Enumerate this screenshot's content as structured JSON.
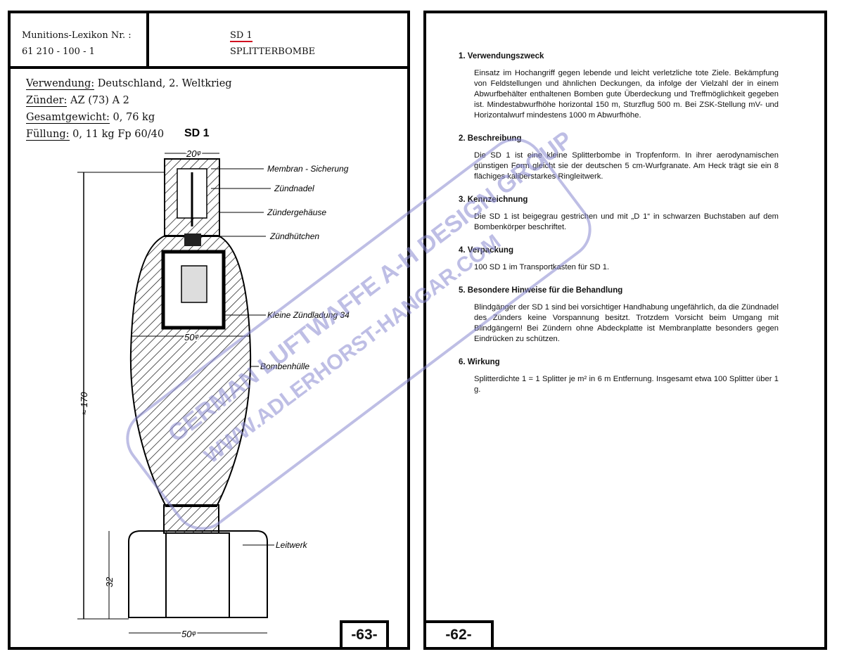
{
  "left_page": {
    "header": {
      "lexikon_label": "Munitions-Lexikon Nr. :",
      "lexikon_number": "61 210 - 100 - 1",
      "designation": "SD 1",
      "type": "SPLITTERBOMBE"
    },
    "specs": [
      {
        "label": "Verwendung:",
        "value": "Deutschland, 2. Weltkrieg"
      },
      {
        "label": "Zünder:",
        "value": "AZ (73) A 2"
      },
      {
        "label": "Gesamtgewicht:",
        "value": "0, 76 kg"
      },
      {
        "label": "Füllung:",
        "value": "0, 11 kg  Fp 60/40"
      }
    ],
    "drawing": {
      "title": "SD 1",
      "labels": [
        "Membran - Sicherung",
        "Zündnadel",
        "Zündergehäuse",
        "Zündhütchen",
        "Kleine Zündladung 34",
        "Bombenhülle",
        "Leitwerk"
      ],
      "dimensions": {
        "fuze_diameter": "20ᵠ",
        "body_diameter": "50ᵠ",
        "length": "≈ 170",
        "tail_height": "32",
        "tail_diameter": "50ᵠ"
      }
    },
    "page_number": "-63-"
  },
  "right_page": {
    "sections": [
      {
        "title": "1. Verwendungszweck",
        "text": "Einsatz im Hochangriff gegen lebende und leicht verletzliche tote Ziele. Bekämpfung von Feldstellungen und ähnlichen Deckungen, da infolge der Vielzahl der in einem Abwurfbehälter enthaltenen Bomben gute Überdeckung und Treffmöglichkeit gegeben ist. Mindestabwurfhöhe horizontal 150 m, Sturzflug 500 m. Bei ZSK-Stellung mV- und Horizontalwurf mindestens 1000 m Abwurfhöhe."
      },
      {
        "title": "2. Beschreibung",
        "text": "Die SD 1 ist eine kleine Splitterbombe in Tropfenform. In ihrer aerodynamischen günstigen Form gleicht sie der deutschen 5 cm-Wurfgranate. Am Heck trägt sie ein 8 flächiges kaliberstarkes Ringleitwerk."
      },
      {
        "title": "3. Kennzeichnung",
        "text": "Die SD 1 ist beigegrau gestrichen und mit „D 1“ in schwarzen Buchstaben auf dem Bombenkörper beschriftet."
      },
      {
        "title": "4. Verpackung",
        "text": "100 SD 1 im Transportkasten für SD 1."
      },
      {
        "title": "5. Besondere Hinweise für die Behandlung",
        "text": "Blindgänger der SD 1 sind bei vorsichtiger Handhabung ungefährlich, da die Zündnadel des Zünders keine Vorspannung besitzt. Trotzdem Vorsicht beim Umgang mit Blindgängern! Bei Zündern ohne Abdeckplatte ist Membranplatte besonders gegen Eindrücken zu schützen."
      },
      {
        "title": "6. Wirkung",
        "text": "Splitterdichte 1 = 1 Splitter je m² in 6 m Entfernung. Insgesamt etwa 100 Splitter über 1 g."
      }
    ],
    "page_number": "-62-"
  },
  "watermark": {
    "line1": "GERMAN LUFTWAFFE A-H DESIGN GROUP",
    "line2": "WWW.ADLERHORST-HANGAR.COM",
    "color": "#9a9ad6"
  },
  "colors": {
    "underline_accent": "#d01020"
  }
}
